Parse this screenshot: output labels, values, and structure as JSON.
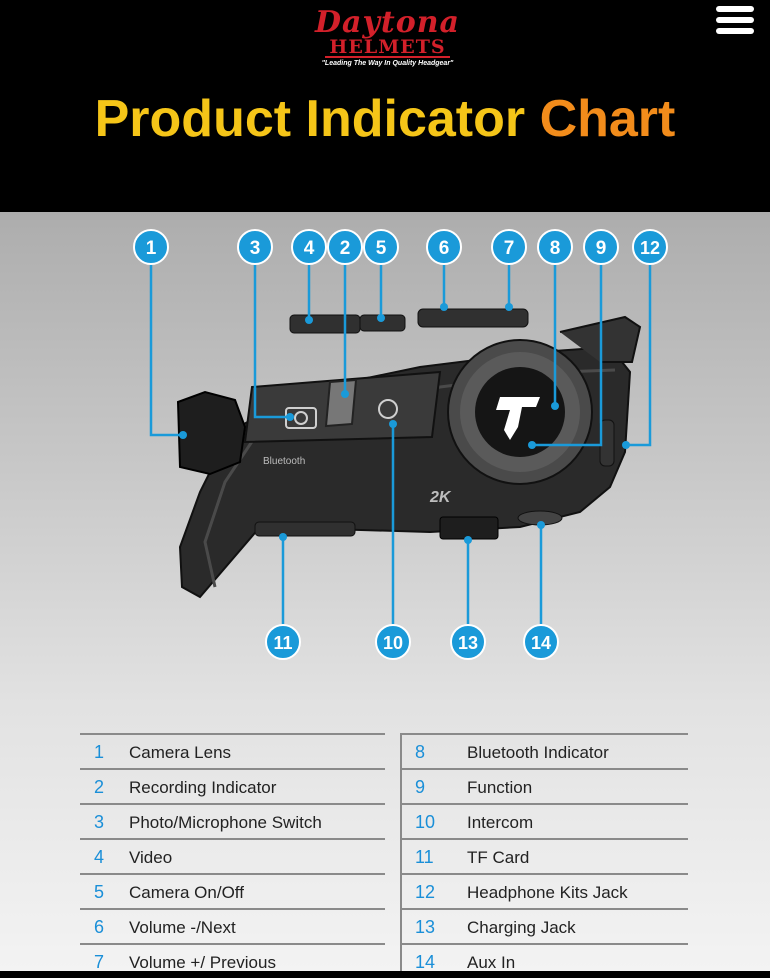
{
  "brand": {
    "logo_script": "Daytona",
    "logo_block": "HELMETS",
    "tagline": "\"Leading The Way In Quality Headgear\""
  },
  "header": {
    "title_part1": "Product Indicator",
    "title_part2": "Chart"
  },
  "device": {
    "bluetooth_text": "Bluetooth",
    "resolution_text": "2K"
  },
  "callouts": [
    "1",
    "2",
    "3",
    "4",
    "5",
    "6",
    "7",
    "8",
    "9",
    "12",
    "11",
    "10",
    "13",
    "14"
  ],
  "legend": {
    "left": [
      {
        "num": "1",
        "label": "Camera Lens"
      },
      {
        "num": "2",
        "label": "Recording Indicator"
      },
      {
        "num": "3",
        "label": "Photo/Microphone Switch"
      },
      {
        "num": "4",
        "label": "Video"
      },
      {
        "num": "5",
        "label": "Camera On/Off"
      },
      {
        "num": "6",
        "label": "Volume -/Next"
      },
      {
        "num": "7",
        "label": "Volume +/ Previous"
      }
    ],
    "right": [
      {
        "num": "8",
        "label": "Bluetooth Indicator"
      },
      {
        "num": "9",
        "label": "Function"
      },
      {
        "num": "10",
        "label": "Intercom"
      },
      {
        "num": "11",
        "label": "TF Card"
      },
      {
        "num": "12",
        "label": "Headphone Kits Jack"
      },
      {
        "num": "13",
        "label": "Charging Jack"
      },
      {
        "num": "14",
        "label": "Aux In"
      }
    ]
  },
  "colors": {
    "callout_blue": "#1a9ad9",
    "title_yellow": "#f5c518",
    "title_orange": "#f28c1b",
    "logo_red": "#d3202a"
  }
}
